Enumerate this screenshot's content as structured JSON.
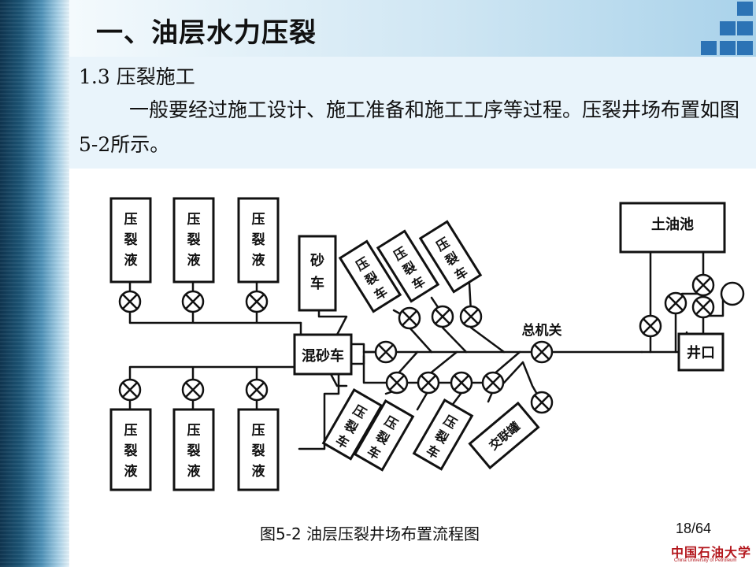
{
  "slide": {
    "title": "一、油层水力压裂",
    "section": "1.3 压裂施工",
    "body": "一般要经过施工设计、施工准备和施工工序等过程。压裂井场布置如图5-2所示。",
    "caption": "图5-2 油层压裂井场布置流程图",
    "page": "18/64"
  },
  "diagram": {
    "tank_label": "压裂液",
    "sand_truck": "砂车",
    "blender": "混砂车",
    "frac_truck": "压裂车",
    "main_switch": "总机关",
    "earthen_pit": "土油池",
    "wellhead": "井口",
    "crosslinker": "交联罐"
  },
  "logo": {
    "cn": "中国石油大学",
    "en": "China University of Petroleum"
  },
  "colors": {
    "accent_blue": "#2c73b5",
    "logo_red": "#b3161c"
  }
}
